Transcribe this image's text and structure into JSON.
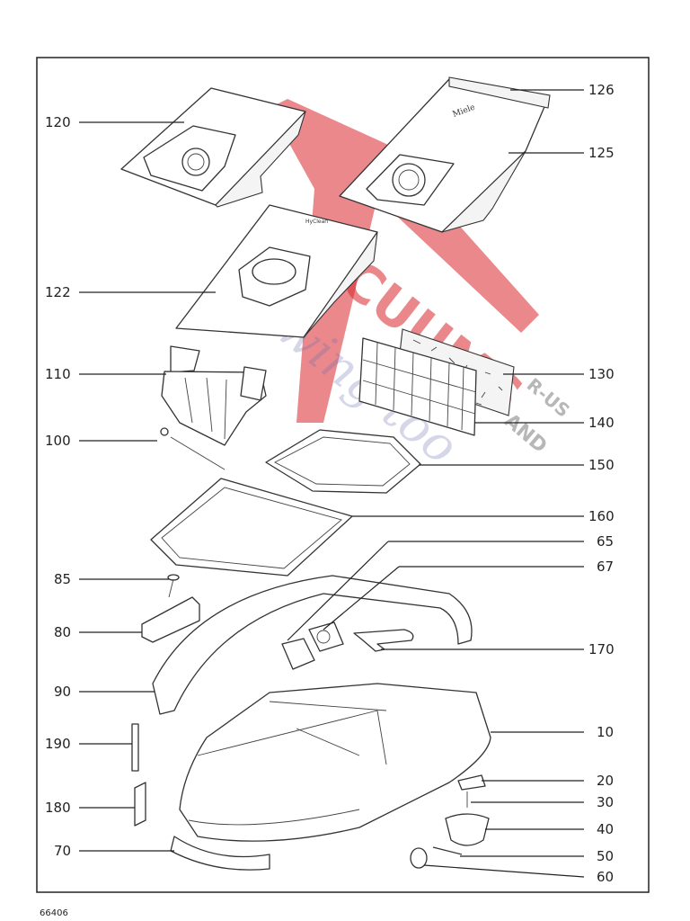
{
  "diagram": {
    "document_number": "66406",
    "brand_on_bags": "Miele",
    "bag_print": "HyClean",
    "watermark": {
      "line1": "ACUUMS",
      "line2": "R-US",
      "line3": "AND",
      "line4": "Sewing too"
    },
    "labels": {
      "p120": "120",
      "p126": "126",
      "p125": "125",
      "p122": "122",
      "p110": "110",
      "p130": "130",
      "p140": "140",
      "p100": "100",
      "p150": "150",
      "p160": "160",
      "p65": "65",
      "p67": "67",
      "p85": "85",
      "p80": "80",
      "p170": "170",
      "p90": "90",
      "p10": "10",
      "p190": "190",
      "p20": "20",
      "p30": "30",
      "p180": "180",
      "p40": "40",
      "p50": "50",
      "p70": "70",
      "p60": "60"
    }
  }
}
